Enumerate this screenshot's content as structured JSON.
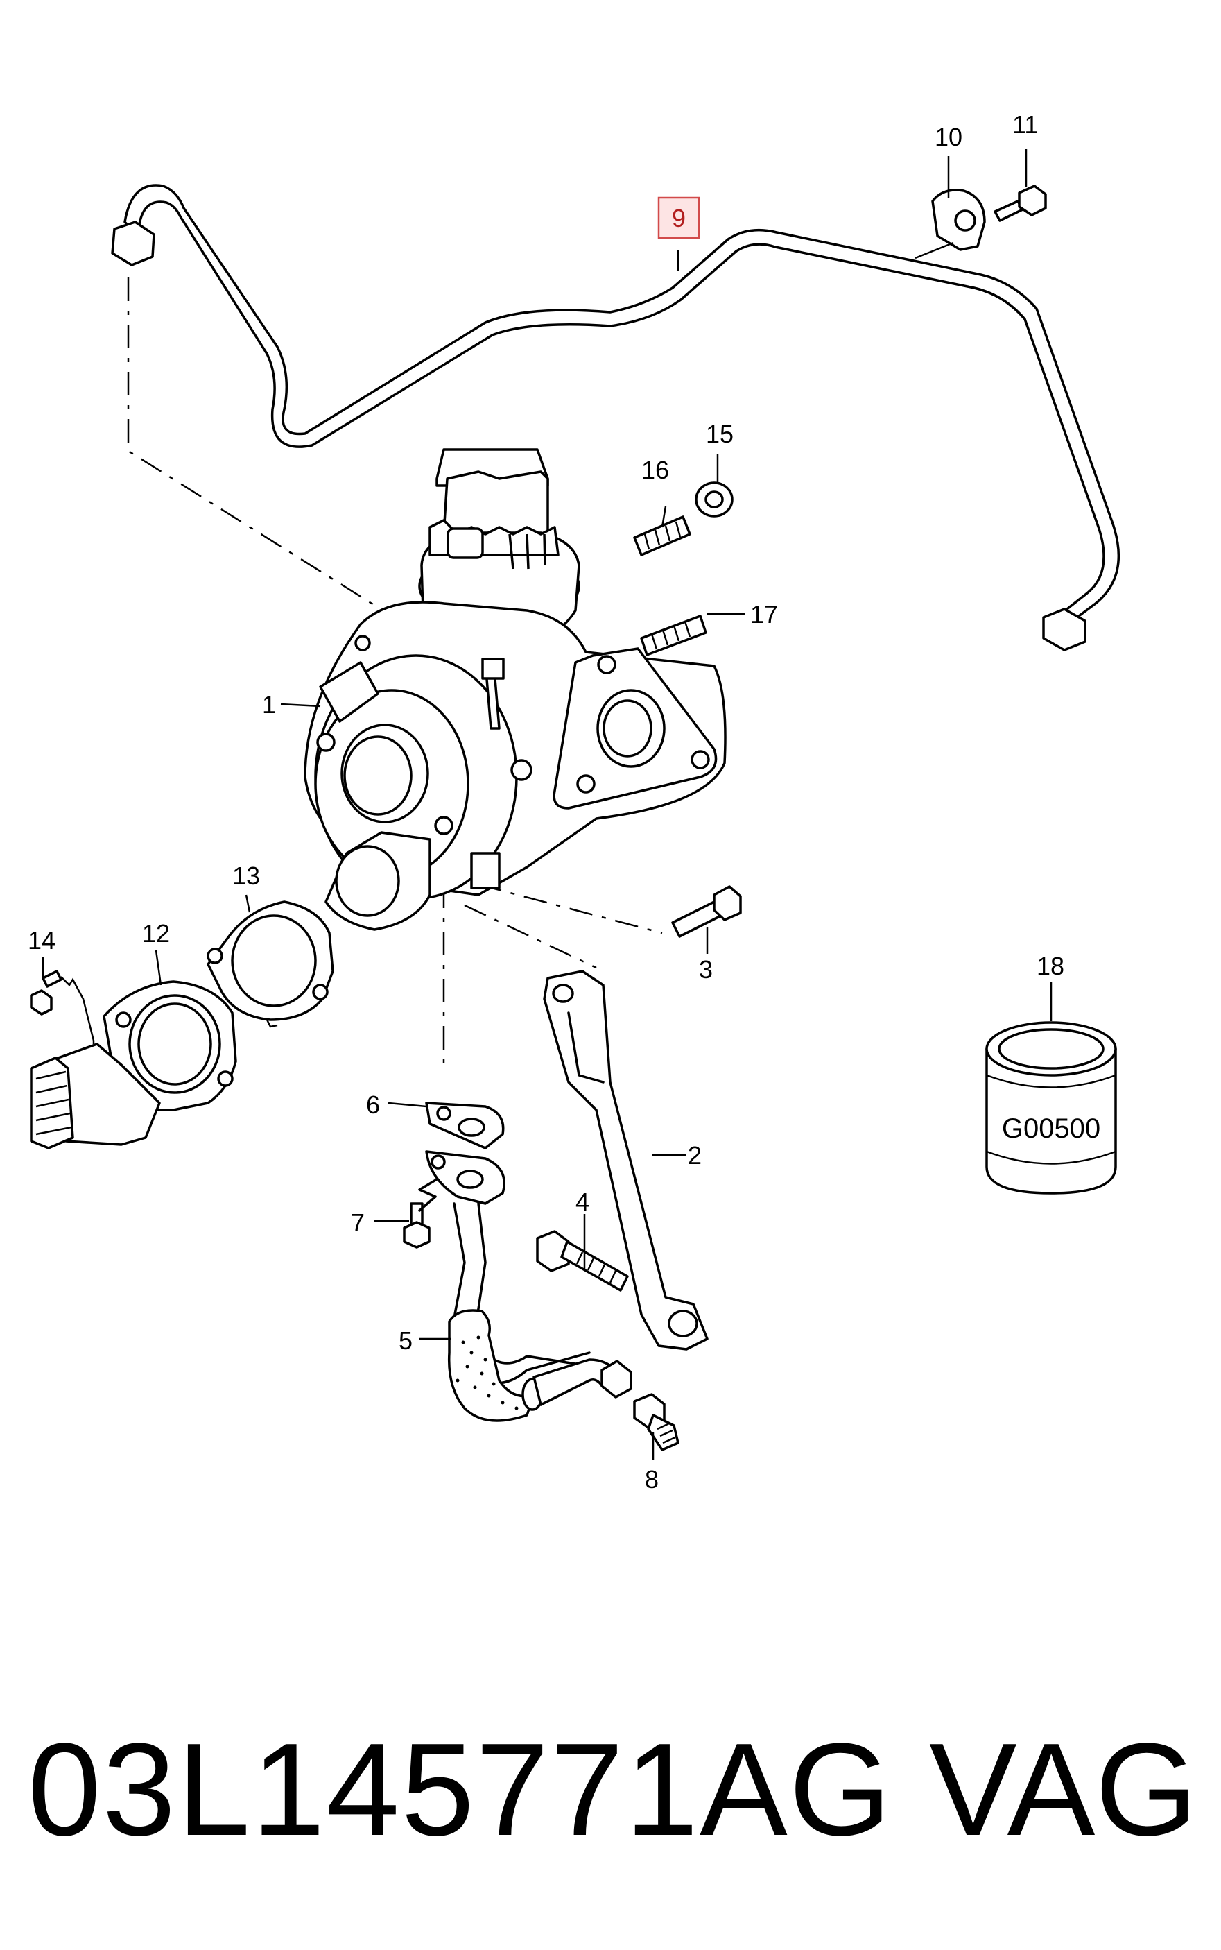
{
  "diagram": {
    "highlighted_label": "9",
    "labels": {
      "l1": "1",
      "l2": "2",
      "l3": "3",
      "l4": "4",
      "l5": "5",
      "l6": "6",
      "l7": "7",
      "l8": "8",
      "l10": "10",
      "l11": "11",
      "l12": "12",
      "l13": "13",
      "l14": "14",
      "l15": "15",
      "l16": "16",
      "l17": "17",
      "l18": "18"
    },
    "canister_code": "G00500"
  },
  "footer": {
    "part_number": "03L145771AG",
    "brand": "VAG"
  },
  "colors": {
    "line": "#000000",
    "highlight_fill": "#fde4e4",
    "highlight_stroke": "#d24a4a"
  }
}
